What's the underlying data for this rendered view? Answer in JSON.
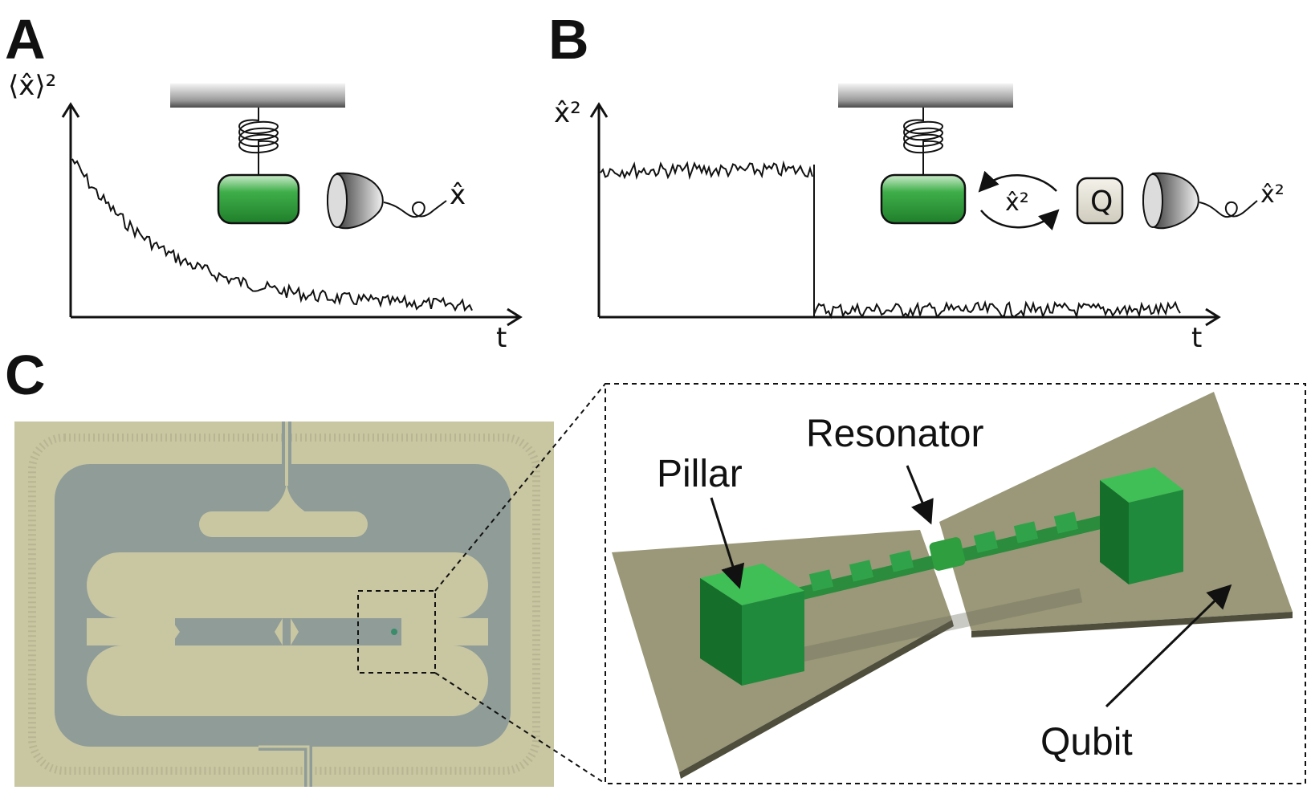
{
  "panels": {
    "a": {
      "letter": "A",
      "y_label": "⟨x̂⟩²",
      "x_label": "t",
      "detector_output": "x̂"
    },
    "b": {
      "letter": "B",
      "y_label": "x̂²",
      "x_label": "t",
      "coupling_label": "x̂²",
      "qubit_label": "Q",
      "detector_output": "x̂²"
    },
    "c": {
      "letter": "C",
      "labels": {
        "pillar": "Pillar",
        "resonator": "Resonator",
        "qubit": "Qubit"
      }
    }
  },
  "colors": {
    "mass_green": "#2e9e3e",
    "pillar_green": "#1f8a3c",
    "substrate": "#9a9878",
    "chip_beige": "#c9c7a2",
    "chip_blue": "#8f9c98",
    "trace": "#111111"
  },
  "chart_data": [
    {
      "type": "line",
      "panel": "A",
      "xlabel": "t",
      "ylabel": "⟨x̂⟩²",
      "description_shape": "exponential-decay-with-noise"
    },
    {
      "type": "line",
      "panel": "B",
      "xlabel": "t",
      "ylabel": "x̂²",
      "description_shape": "step-down-with-noise"
    }
  ]
}
